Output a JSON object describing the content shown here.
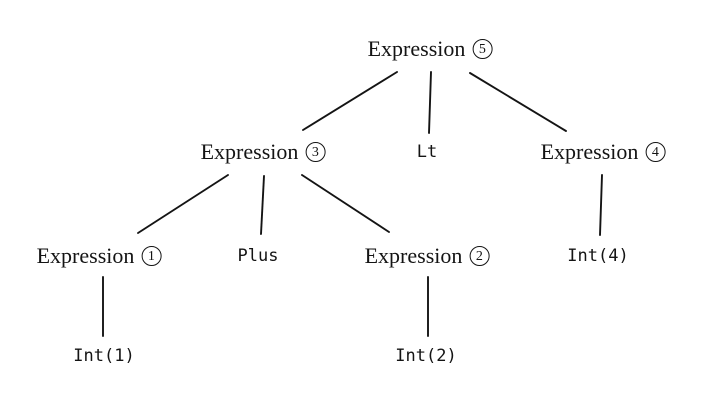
{
  "diagram": {
    "type": "parse-tree",
    "colors": {
      "background": "#ffffff",
      "text": "#141414",
      "edge": "#141414"
    },
    "nodes": {
      "expr5": {
        "label": "Expression",
        "number": "5",
        "kind": "nonterminal"
      },
      "expr3": {
        "label": "Expression",
        "number": "3",
        "kind": "nonterminal"
      },
      "lt": {
        "label": "Lt",
        "kind": "terminal"
      },
      "expr4": {
        "label": "Expression",
        "number": "4",
        "kind": "nonterminal"
      },
      "expr1": {
        "label": "Expression",
        "number": "1",
        "kind": "nonterminal"
      },
      "plus": {
        "label": "Plus",
        "kind": "terminal"
      },
      "expr2": {
        "label": "Expression",
        "number": "2",
        "kind": "nonterminal"
      },
      "int4": {
        "label": "Int(4)",
        "kind": "terminal"
      },
      "int1": {
        "label": "Int(1)",
        "kind": "terminal"
      },
      "int2": {
        "label": "Int(2)",
        "kind": "terminal"
      }
    },
    "edges": [
      {
        "from": "expr5",
        "to": "expr3"
      },
      {
        "from": "expr5",
        "to": "lt"
      },
      {
        "from": "expr5",
        "to": "expr4"
      },
      {
        "from": "expr3",
        "to": "expr1"
      },
      {
        "from": "expr3",
        "to": "plus"
      },
      {
        "from": "expr3",
        "to": "expr2"
      },
      {
        "from": "expr4",
        "to": "int4"
      },
      {
        "from": "expr1",
        "to": "int1"
      },
      {
        "from": "expr2",
        "to": "int2"
      }
    ]
  }
}
